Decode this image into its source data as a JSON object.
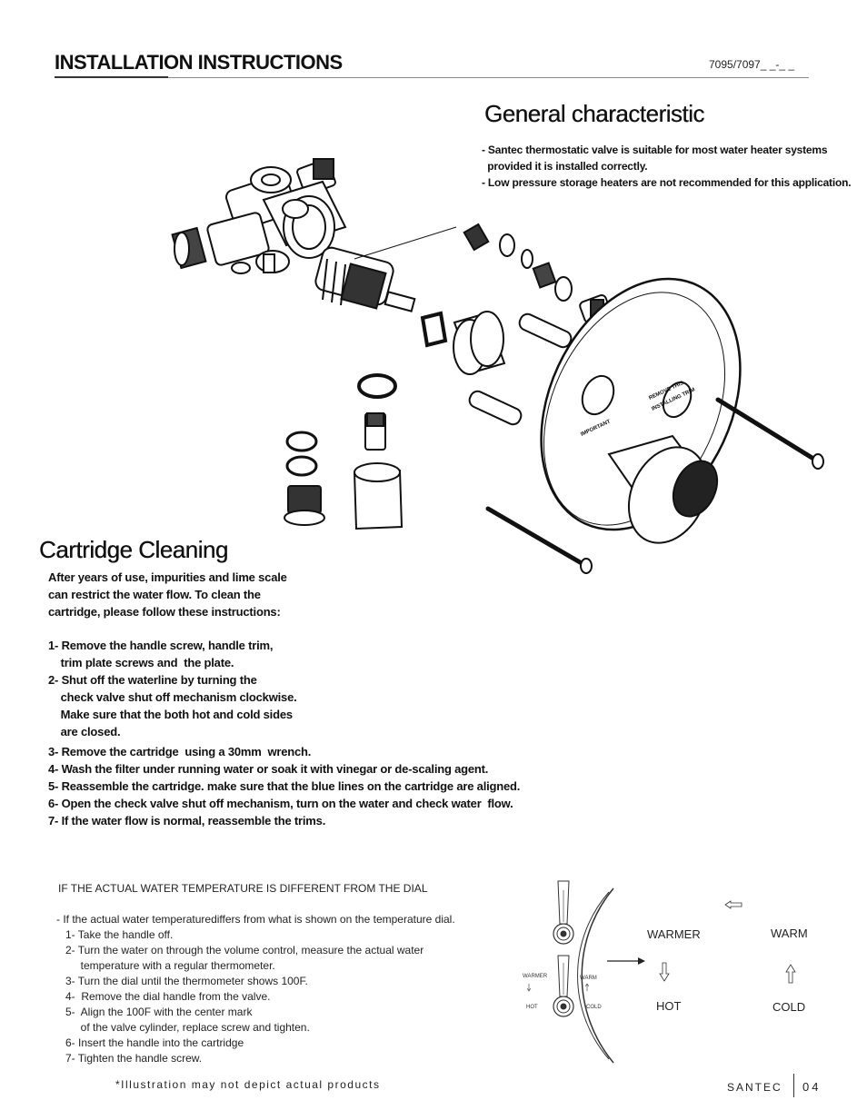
{
  "header": {
    "title": "INSTALLATION INSTRUCTIONS",
    "model": "7095/7097_ _-_ _"
  },
  "general": {
    "title": "General characteristic",
    "lines": [
      "- Santec thermostatic valve is suitable for most water heater systems",
      "  provided it is installed correctly.",
      "- Low pressure storage heaters are not recommended for this application."
    ]
  },
  "diagram": {
    "plate_text_1": "IMPORTANT",
    "plate_text_2": "REMOVE THIS",
    "plate_text_3": "INSTALLING TRIM"
  },
  "cartridge": {
    "title": "Cartridge Cleaning",
    "intro": [
      "After years of use, impurities and lime scale",
      "can restrict the water flow. To clean the",
      "cartridge, please follow these instructions:"
    ],
    "steps": [
      "1- Remove the handle screw, handle trim,",
      "    trim plate screws and  the plate.",
      "2- Shut off the waterline by turning the",
      "    check valve shut off mechanism clockwise.",
      "    Make sure that the both hot and cold sides",
      "    are closed.",
      "3- Remove the cartridge  using a 30mm  wrench.",
      "4- Wash the filter under running water or soak it with vinegar or de-scaling agent.",
      "5- Reassemble the cartridge. make sure that the blue lines on the cartridge are aligned.",
      "6- Open the check valve shut off mechanism, turn on the water and check water  flow.",
      "7- If the water flow is normal, reassemble the trims."
    ]
  },
  "temperature": {
    "heading": "IF THE ACTUAL WATER TEMPERATURE IS DIFFERENT  FROM THE DIAL",
    "lines": [
      "- If the actual water temperaturediffers from what is shown on the temperature dial.",
      "   1- Take the handle off.",
      "   2- Turn the water on through the volume control, measure the actual water",
      "        temperature with a regular thermometer.",
      "   3- Turn the dial until the thermometer shows 100F.",
      "   4-  Remove the dial handle from the valve.",
      "   5-  Align the 100F with the center mark",
      "        of the valve cylinder, replace screw and tighten.",
      "   6- Insert the handle into the cartridge",
      "   7- Tighten the handle screw."
    ],
    "dial_small": {
      "warmer": "WARMER",
      "warm": "WARM",
      "hot": "HOT",
      "cold": "COLD"
    },
    "labels": {
      "warmer": "WARMER",
      "warm": "WARM",
      "hot": "HOT",
      "cold": "COLD"
    }
  },
  "footer": {
    "note": "*Illustration may not depict actual products",
    "brand": "SANTEC",
    "page": "04"
  }
}
